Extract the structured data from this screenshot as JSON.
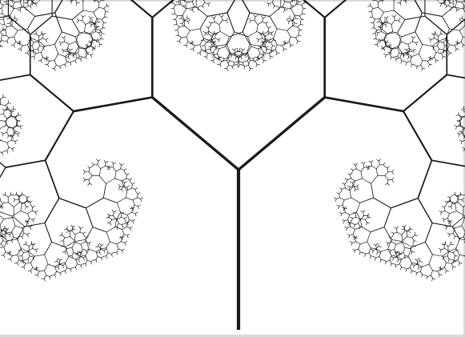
{
  "figure": {
    "type": "branching-fractal-tree",
    "stroke_color": "#1a1a1a",
    "background_color": "#ffffff",
    "edge_color": "#d9d9d9",
    "branch_depth": 12,
    "branch_angle_deg": 100,
    "scale_ratio": 0.71
  }
}
